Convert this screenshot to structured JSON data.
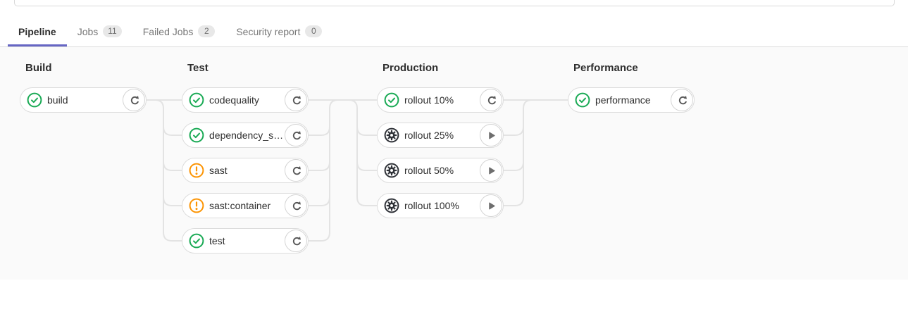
{
  "tabs": {
    "items": [
      {
        "label": "Pipeline",
        "active": true
      },
      {
        "label": "Jobs",
        "badge": "11",
        "active": false
      },
      {
        "label": "Failed Jobs",
        "badge": "2",
        "active": false
      },
      {
        "label": "Security report",
        "badge": "0",
        "active": false
      }
    ]
  },
  "pipeline": {
    "stages": [
      {
        "name": "Build",
        "jobs": [
          {
            "label": "build",
            "status": "success",
            "action": "retry"
          }
        ]
      },
      {
        "name": "Test",
        "jobs": [
          {
            "label": "codequality",
            "status": "success",
            "action": "retry"
          },
          {
            "label": "dependency_s…",
            "status": "success",
            "action": "retry"
          },
          {
            "label": "sast",
            "status": "warning",
            "action": "retry"
          },
          {
            "label": "sast:container",
            "status": "warning",
            "action": "retry"
          },
          {
            "label": "test",
            "status": "success",
            "action": "retry"
          }
        ]
      },
      {
        "name": "Production",
        "jobs": [
          {
            "label": "rollout 10%",
            "status": "success",
            "action": "retry"
          },
          {
            "label": "rollout 25%",
            "status": "manual",
            "action": "play"
          },
          {
            "label": "rollout 50%",
            "status": "manual",
            "action": "play"
          },
          {
            "label": "rollout 100%",
            "status": "manual",
            "action": "play"
          }
        ]
      },
      {
        "name": "Performance",
        "jobs": [
          {
            "label": "performance",
            "status": "success",
            "action": "retry"
          }
        ]
      }
    ]
  },
  "icons": {
    "success": "check-circle-icon",
    "warning": "exclamation-circle-icon",
    "manual": "gear-circle-icon",
    "retry": "retry-icon",
    "play": "play-icon"
  },
  "colors": {
    "tab_accent": "#6666c4",
    "success_green": "#1aaa55",
    "warning_orange": "#fc9403",
    "manual_dark": "#2f3238",
    "connector_gray": "#e3e3e3",
    "graph_background": "#fafafa"
  }
}
